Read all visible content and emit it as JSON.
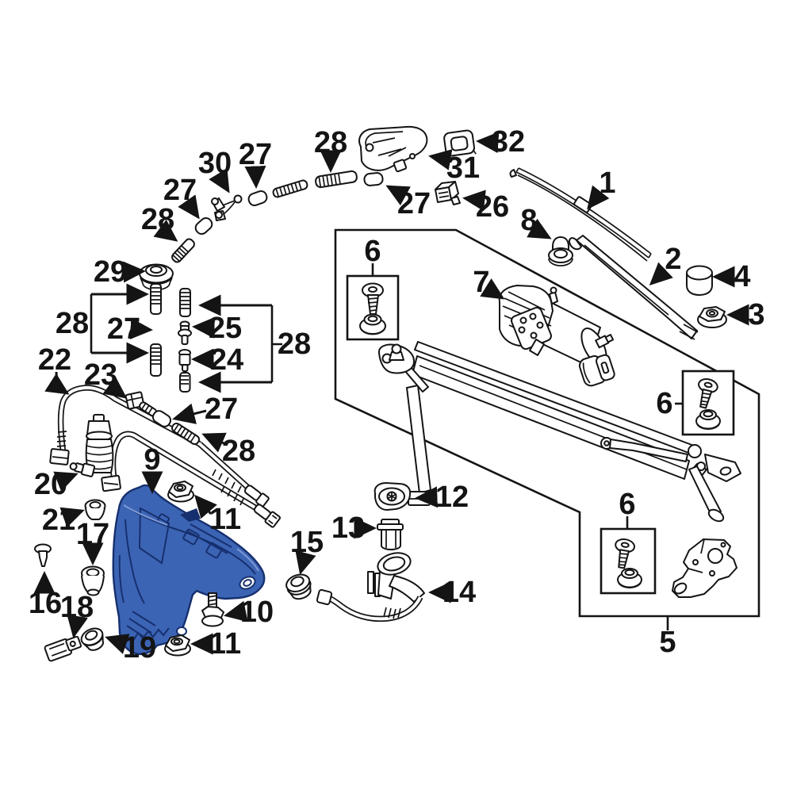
{
  "diagram": {
    "type": "exploded-parts-diagram",
    "subject": "windshield wiper and washer system components",
    "background": "#ffffff",
    "line_color": "#141414",
    "highlighted_part": {
      "callout": "9",
      "name": "washer-reservoir",
      "fill": "#3c64b4",
      "outline": "#16306f"
    }
  },
  "callouts": [
    {
      "label": "27",
      "part": "hose-connector"
    },
    {
      "label": "30",
      "part": "y-connector"
    },
    {
      "label": "27",
      "part": "hose-connector"
    },
    {
      "label": "28",
      "part": "washer-hose"
    },
    {
      "label": "28",
      "part": "washer-hose"
    },
    {
      "label": "29",
      "part": "grommet"
    },
    {
      "label": "28",
      "part": "washer-hose-pair"
    },
    {
      "label": "27",
      "part": "hose-connector"
    },
    {
      "label": "25",
      "part": "check-valve"
    },
    {
      "label": "24",
      "part": "connector"
    },
    {
      "label": "28",
      "part": "washer-hose-pair"
    },
    {
      "label": "22",
      "part": "washer-hose-assembly"
    },
    {
      "label": "23",
      "part": "elbow-connector"
    },
    {
      "label": "27",
      "part": "hose-connector"
    },
    {
      "label": "28",
      "part": "washer-hose"
    },
    {
      "label": "20",
      "part": "washer-pump"
    },
    {
      "label": "21",
      "part": "pump-grommet"
    },
    {
      "label": "9",
      "part": "washer-reservoir"
    },
    {
      "label": "11",
      "part": "flange-nut"
    },
    {
      "label": "17",
      "part": "grommet"
    },
    {
      "label": "16",
      "part": "push-rivet"
    },
    {
      "label": "18",
      "part": "level-sensor"
    },
    {
      "label": "19",
      "part": "sensor-grommet"
    },
    {
      "label": "11",
      "part": "flange-nut"
    },
    {
      "label": "10",
      "part": "mounting-bolt"
    },
    {
      "label": "15",
      "part": "grommet"
    },
    {
      "label": "12",
      "part": "pump-cover"
    },
    {
      "label": "13",
      "part": "pump-strainer"
    },
    {
      "label": "14",
      "part": "filler-hose"
    },
    {
      "label": "27",
      "part": "hose-connector"
    },
    {
      "label": "31",
      "part": "washer-nozzle"
    },
    {
      "label": "32",
      "part": "nozzle-grommet"
    },
    {
      "label": "26",
      "part": "retaining-clip"
    },
    {
      "label": "8",
      "part": "spindle-grommet"
    },
    {
      "label": "1",
      "part": "wiper-blade"
    },
    {
      "label": "2",
      "part": "wiper-arm"
    },
    {
      "label": "4",
      "part": "spindle-cap"
    },
    {
      "label": "3",
      "part": "spindle-nut"
    },
    {
      "label": "7",
      "part": "wiper-motor"
    },
    {
      "label": "6",
      "part": "mounting-kit"
    },
    {
      "label": "6",
      "part": "mounting-kit"
    },
    {
      "label": "6",
      "part": "mounting-kit"
    },
    {
      "label": "5",
      "part": "wiper-linkage-assembly"
    }
  ]
}
